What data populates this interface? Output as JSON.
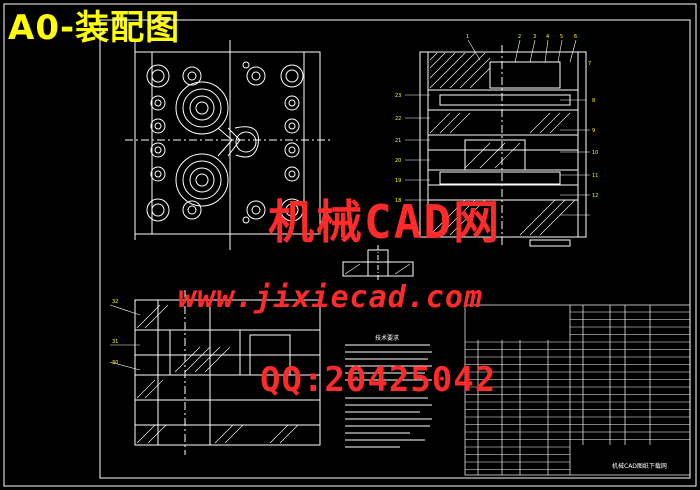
{
  "drawing": {
    "title": "A0-装配图",
    "tech_req_title": "技术要求",
    "title_block_name": "机械CAD图纸下载网",
    "colors": {
      "background": "#000000",
      "lines": "#ffffff",
      "title": "#ffff00",
      "watermark": "#ff2a2a",
      "part_labels": "#ffff00"
    }
  },
  "watermark": {
    "line1": "机械CAD网",
    "line2": "www.jixiecad.com",
    "line3": "QQ:20425042"
  }
}
